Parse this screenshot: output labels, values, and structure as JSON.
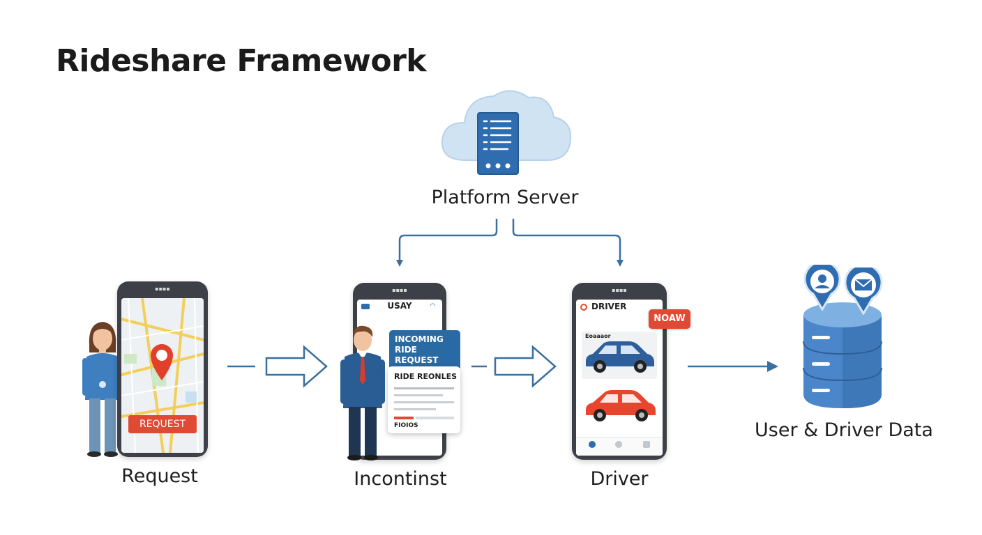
{
  "title": "Rideshare Framework",
  "server": {
    "label": "Platform Server"
  },
  "stages": [
    {
      "label": "Request"
    },
    {
      "label": "Incontinst"
    },
    {
      "label": "Driver"
    },
    {
      "label": "User & Driver Data"
    }
  ],
  "request_phone": {
    "button": "REQUEST"
  },
  "dispatch_phone": {
    "app_title": "USAY",
    "bubble": "INCOMING RIDE REQUEST",
    "card_title": "RIDE REONLES",
    "card_footer": "FIOIOS"
  },
  "driver_phone": {
    "header": "DRIVER",
    "badge": "NOAW",
    "card_label": "Eoaaaor"
  },
  "colors": {
    "accent": "#2f6db0",
    "arrow": "#3a6f9f",
    "request_red": "#e04a35",
    "car_blue": "#2f5f9a",
    "car_red": "#e8452f",
    "database": "#4a86c9"
  },
  "icons": [
    "cloud-server-icon",
    "map-pin-icon",
    "person-icon",
    "envelope-icon",
    "database-icon",
    "car-icon"
  ]
}
